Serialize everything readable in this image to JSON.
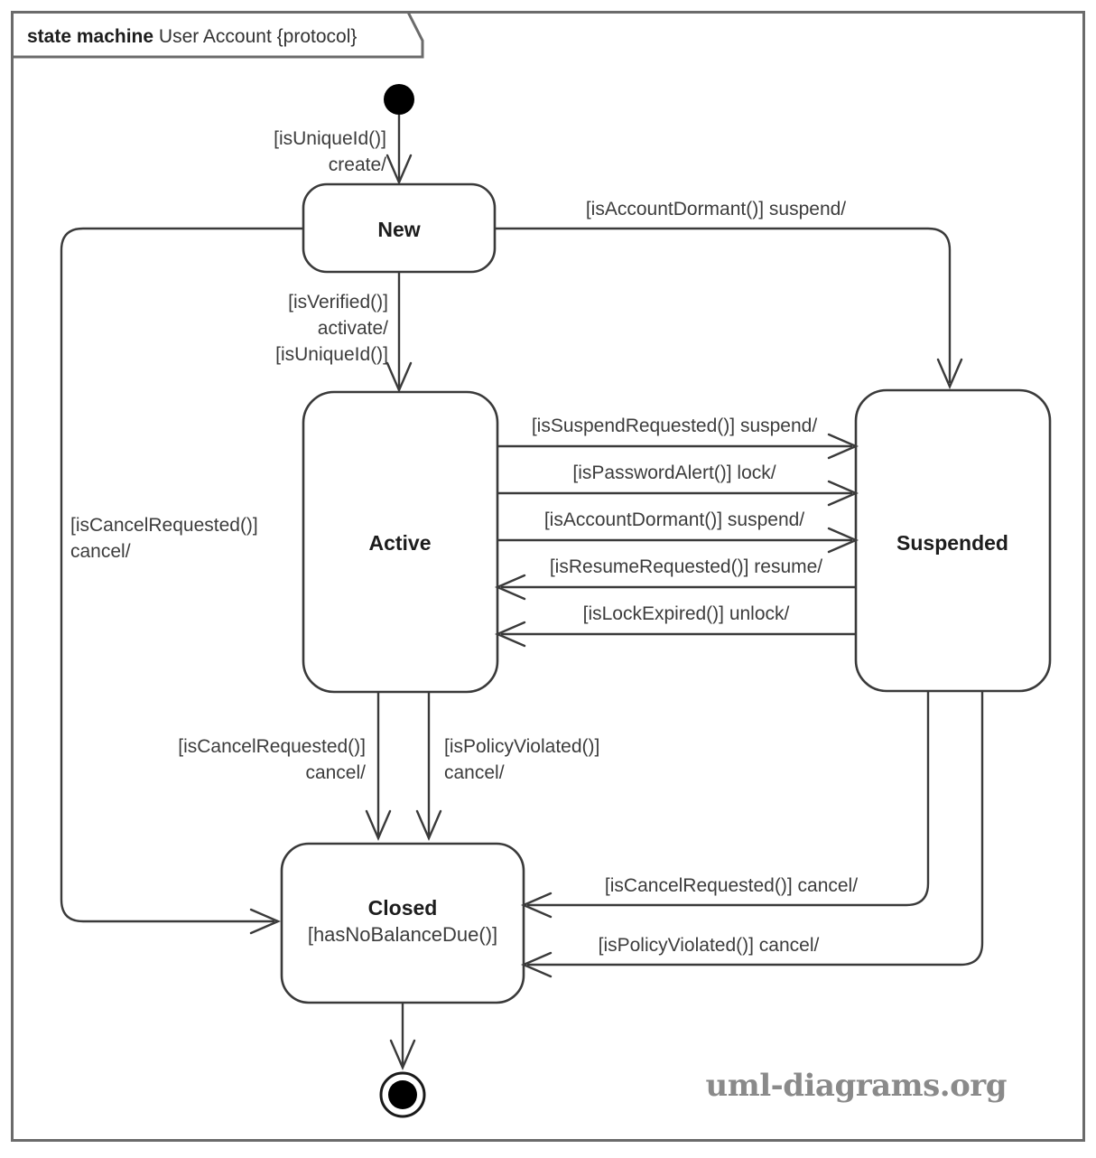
{
  "frame": {
    "keyword": "state machine",
    "name": "User Account {protocol}"
  },
  "watermark": "uml-diagrams.org",
  "states": {
    "new": {
      "name": "New"
    },
    "active": {
      "name": "Active"
    },
    "suspended": {
      "name": "Suspended"
    },
    "closed": {
      "name": "Closed",
      "invariant": "[hasNoBalanceDue()]"
    }
  },
  "pseudostates": {
    "initial": "initial-state",
    "final": "final-state"
  },
  "transitions": {
    "initial_to_new": {
      "guard": "[isUniqueId()]",
      "effect": "create/"
    },
    "new_to_active": {
      "guard": "[isVerified()]",
      "effect": "activate/",
      "post": "[isUniqueId()]"
    },
    "new_to_suspended": {
      "label": "[isAccountDormant()] suspend/"
    },
    "new_to_closed": {
      "guard": "[isCancelRequested()]",
      "effect": "cancel/"
    },
    "active_to_suspended_1": {
      "label": "[isSuspendRequested()] suspend/"
    },
    "active_to_suspended_2": {
      "label": "[isPasswordAlert()] lock/"
    },
    "active_to_suspended_3": {
      "label": "[isAccountDormant()] suspend/"
    },
    "suspended_to_active_1": {
      "label": "[isResumeRequested()] resume/"
    },
    "suspended_to_active_2": {
      "label": "[isLockExpired()] unlock/"
    },
    "active_to_closed_1": {
      "guard": "[isCancelRequested()]",
      "effect": "cancel/"
    },
    "active_to_closed_2": {
      "guard": "[isPolicyViolated()]",
      "effect": "cancel/"
    },
    "suspended_to_closed_1": {
      "label": "[isCancelRequested()] cancel/"
    },
    "suspended_to_closed_2": {
      "label": "[isPolicyViolated()] cancel/"
    },
    "closed_to_final": {
      "label": ""
    }
  },
  "colors": {
    "frame_stroke": "#6b6b6b",
    "state_stroke": "#3a3a3a",
    "text": "#3c3c3c",
    "watermark": "#8a8a8a",
    "background": "#ffffff"
  }
}
